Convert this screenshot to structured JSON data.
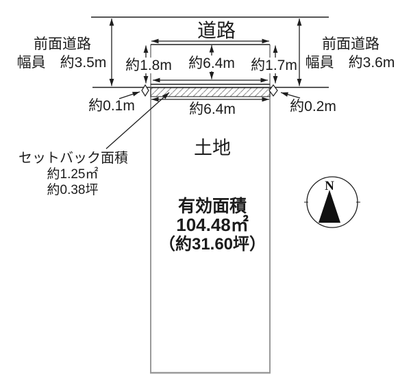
{
  "road": {
    "label": "道路"
  },
  "front_road_left": {
    "line1": "前面道路",
    "line2": "幅員　約3.5m"
  },
  "front_road_right": {
    "line1": "前面道路",
    "line2": "幅員　約3.6m"
  },
  "dimensions": {
    "left_depth": "約1.8m",
    "center_width": "約6.4m",
    "right_depth": "約1.7m",
    "frontage_width": "約6.4m",
    "setback_left": "約0.1m",
    "setback_right": "約0.2m"
  },
  "setback_note": {
    "line1": "セットバック面積",
    "line2": "約1.25㎡",
    "line3": "約0.38坪"
  },
  "land": {
    "label": "土地",
    "effective_title": "有効面積",
    "area_sqm": "104.48㎡",
    "area_tsubo": "（約31.60坪）"
  },
  "compass": {
    "north_label": "N"
  },
  "colors": {
    "line": "#1e1e1e",
    "text": "#1c1c1c",
    "plot_outline": "#6f6f6f",
    "plot_bottom": "#9a9a9a",
    "hatch": "#8f8f8f",
    "background": "#ffffff"
  }
}
